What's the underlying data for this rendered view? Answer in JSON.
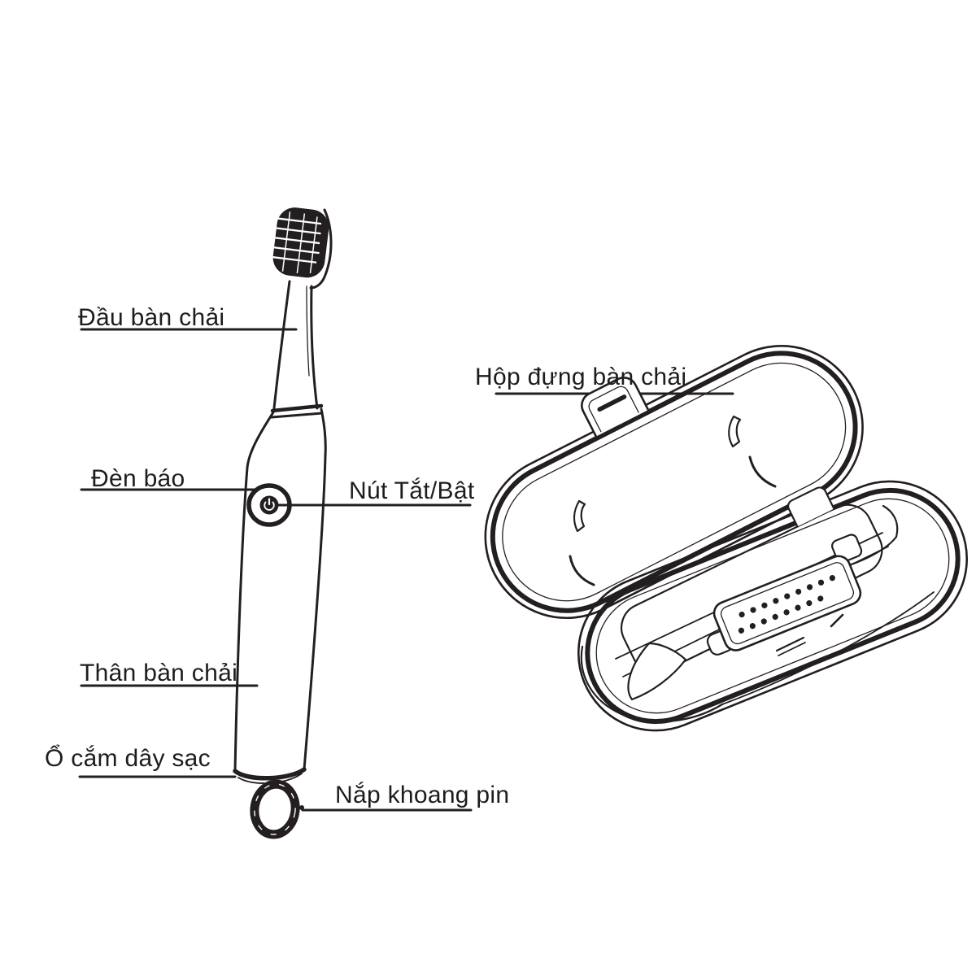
{
  "page": {
    "background": "#ffffff"
  },
  "diagram": {
    "type": "labeled-illustration",
    "subject": "electric toothbrush parts diagram with travel case",
    "line_color": "#231f20",
    "text_color": "#1d1d1f",
    "labels": {
      "brush_head": "Đầu bàn chải",
      "indicator_light": "Đèn báo",
      "power_button": "Nút Tắt/Bật",
      "brush_body": "Thân bàn chải",
      "charging_port": "Ổ cắm dây sạc",
      "battery_cap": "Nắp khoang pin",
      "travel_case": "Hộp đựng bàn chải"
    }
  }
}
